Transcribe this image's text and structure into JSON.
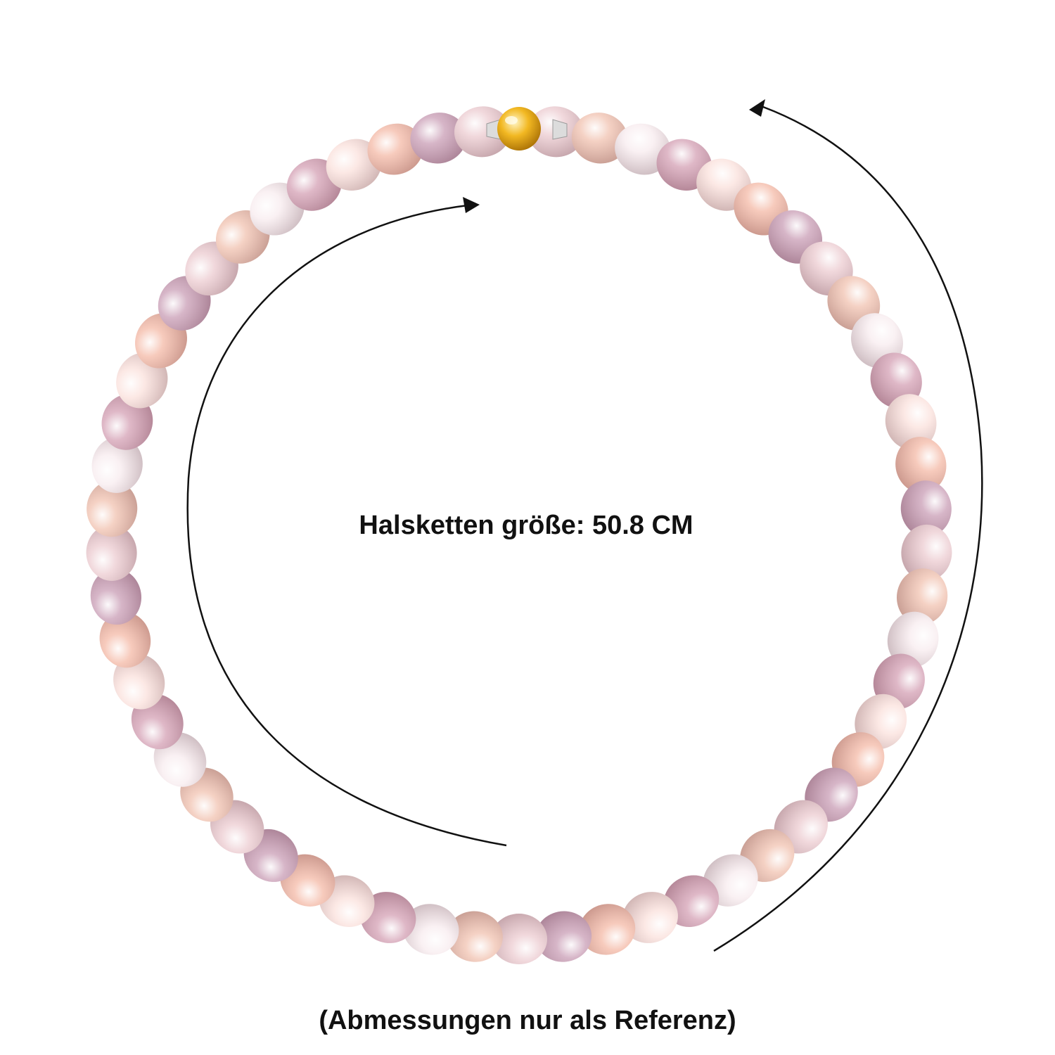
{
  "necklace": {
    "size_label": "Halsketten größe: 50.8 CM",
    "reference_note": "(Abmessungen nur als Referenz)",
    "pearl_count": 57,
    "pearl_colors": [
      "#f8ecef",
      "#eccbd0",
      "#f4b9a6",
      "#d4a0b4",
      "#f1c2b0",
      "#c99db5",
      "#fbe1dc"
    ],
    "clasp_color": "#e8a915",
    "arrow_color": "#111111"
  }
}
